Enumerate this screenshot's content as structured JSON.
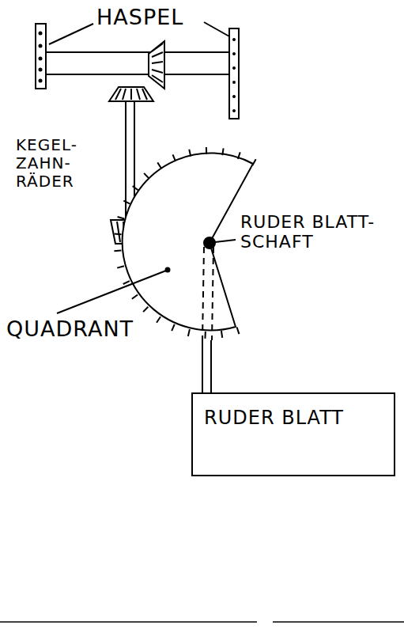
{
  "diagram": {
    "nodes": [
      {
        "text": [
          "RUDER BLATT"
        ]
      }
    ],
    "labels": [
      "HASPEL",
      "KEGEL- ZAHN- RÄDER",
      "RUDER BLATT- SCHAFT",
      "QUADRANT"
    ]
  }
}
